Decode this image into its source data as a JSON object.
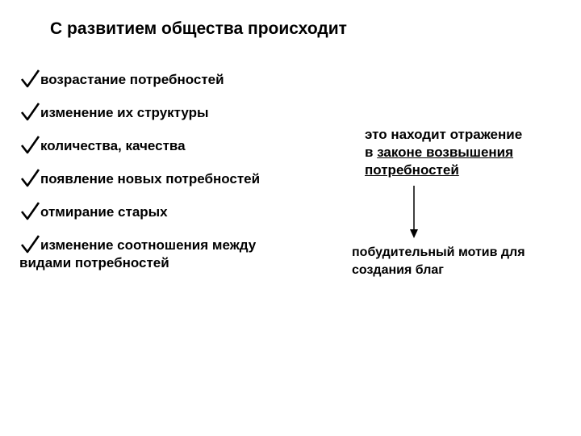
{
  "title": "С развитием общества происходит",
  "bullets": [
    "возрастание потребностей",
    "изменение их структуры",
    "количества, качества",
    "появление новых потребностей",
    "отмирание старых"
  ],
  "last_bullet": {
    "line1": "изменение соотношения между",
    "line2": "видами потребностей"
  },
  "note": {
    "line1": "это находит отражение",
    "line2_plain": "в ",
    "line2_underlined": "законе возвышения",
    "line3_underlined": "потребностей"
  },
  "motive": {
    "line1": "побудительный мотив для",
    "line2": "создания благ"
  },
  "icons": {
    "bullet": "checkmark-icon",
    "connector": "arrow-down-icon"
  }
}
